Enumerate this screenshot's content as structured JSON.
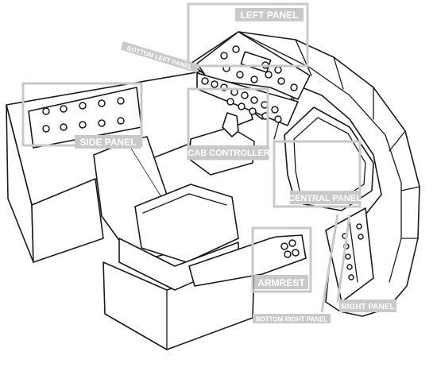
{
  "labels": {
    "left_panel": "LEFT PANEL",
    "bottom_left_panel": "BOTTOM LEFT PANEL",
    "side_panel": "SIDE PANEL",
    "cab_controller": "CAB CONTROLLER",
    "central_panel": "CENTRAL PANEL",
    "armrest": "ARMREST",
    "bottom_right_panel": "BOTTOM RIGHT PANEL",
    "right_panel": "RIGHT PANEL"
  },
  "colors": {
    "line": "#1a1a1a",
    "callout": "#c8c8c8",
    "label_background": "#c9c9c9",
    "label_text": "#ffffff"
  }
}
